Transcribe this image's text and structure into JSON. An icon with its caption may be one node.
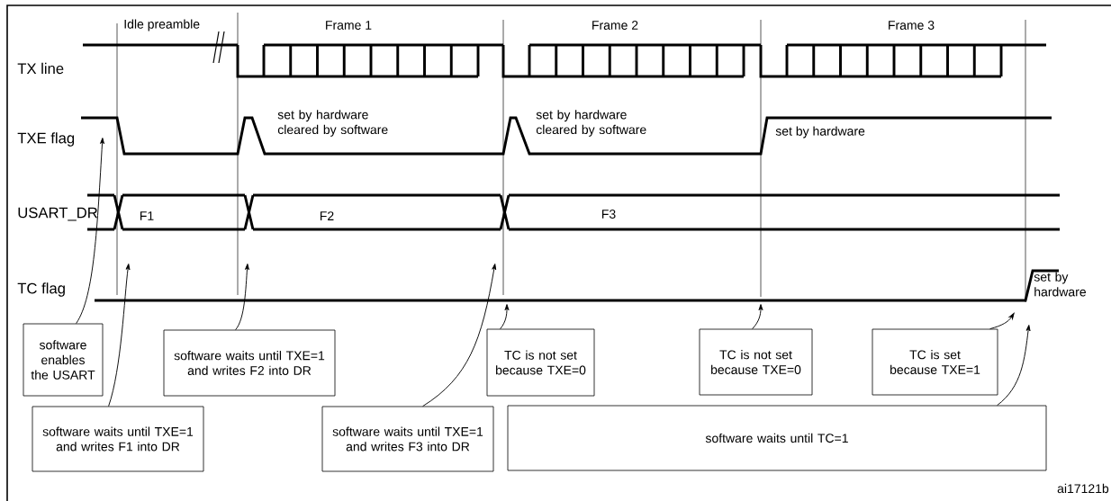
{
  "diagram": {
    "nodes": [
      {
        "text": [
          "software enables the USART"
        ]
      },
      {
        "text": [
          "software waits until TXE=1 and writes F1 into DR"
        ]
      },
      {
        "text": [
          "software waits until TXE=1 and writes F2 into DR"
        ]
      },
      {
        "text": [
          "software waits until TXE=1 and writes F3 into DR"
        ]
      },
      {
        "text": [
          "TC is not set because TXE=0"
        ]
      },
      {
        "text": [
          "TC is not set because TXE=0"
        ]
      },
      {
        "text": [
          "TC is set because TXE=1"
        ]
      },
      {
        "text": [
          "software waits until TC=1"
        ]
      }
    ],
    "edges": [
      {
        "from": 0,
        "to": null,
        "arrow": "to"
      },
      {
        "from": 1,
        "to": null,
        "arrow": "to"
      },
      {
        "from": 2,
        "to": null,
        "arrow": "to"
      },
      {
        "from": 3,
        "to": null,
        "arrow": "to"
      },
      {
        "from": 4,
        "to": null,
        "arrow": "to"
      },
      {
        "from": 5,
        "to": null,
        "arrow": "to"
      },
      {
        "from": 6,
        "to": null,
        "arrow": "to"
      },
      {
        "from": 7,
        "to": null,
        "arrow": "to"
      }
    ],
    "labels": [
      "Idle preamble",
      "Frame 1",
      "Frame 2",
      "Frame 3",
      "TX line",
      "set by hardware cleared by software",
      "set by hardware cleared by software",
      "TXE flag",
      "set by hardware",
      "USART_DR",
      "F1",
      "F2",
      "F3",
      "TC flag",
      "set by hardware",
      "ai17121b"
    ]
  }
}
